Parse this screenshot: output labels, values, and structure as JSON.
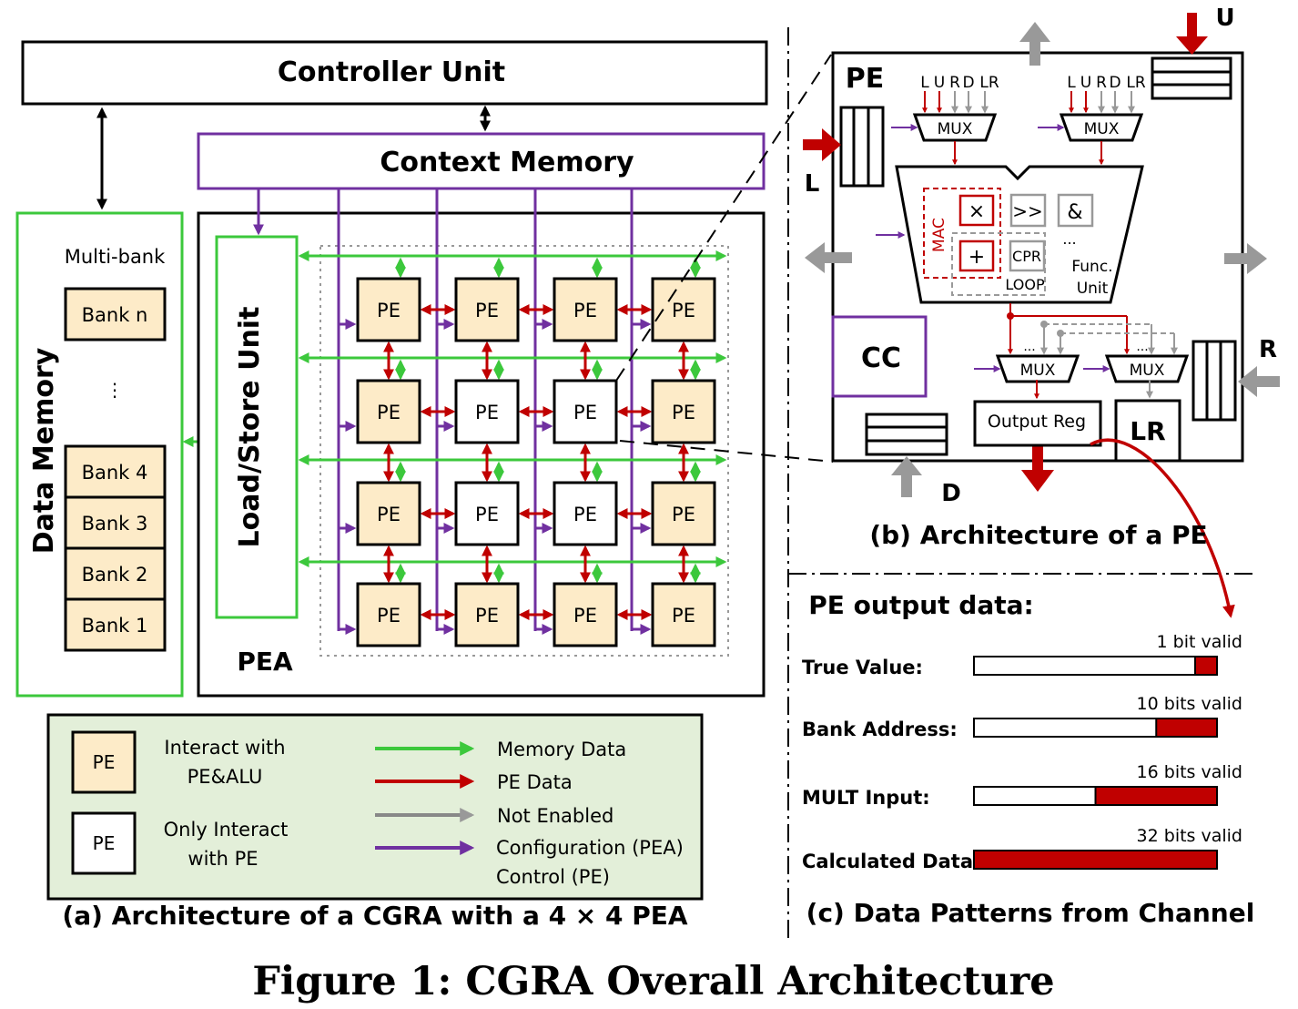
{
  "colors": {
    "memory_data": "#3cc83c",
    "pe_data": "#c00000",
    "not_enabled": "#999999",
    "configuration": "#7030a0",
    "pe_fill": "#fdebc8",
    "legend_bg": "#e3efd9"
  },
  "panel_a": {
    "controller_unit": "Controller Unit",
    "context_memory": "Context Memory",
    "data_memory": "Data Memory",
    "multi_bank": "Multi-bank",
    "banks": [
      "Bank n",
      "Bank 4",
      "Bank 3",
      "Bank 2",
      "Bank 1"
    ],
    "ellipsis": "⋮",
    "load_store_unit": "Load/Store Unit",
    "pea": "PEA",
    "pe_label": "PE",
    "pe_grid": [
      [
        "full",
        "full",
        "full",
        "full"
      ],
      [
        "full",
        "simple",
        "simple",
        "full"
      ],
      [
        "full",
        "simple",
        "simple",
        "full"
      ],
      [
        "full",
        "full",
        "full",
        "full"
      ]
    ],
    "caption": "(a)  Architecture of a CGRA with a 4 × 4 PEA"
  },
  "legend": {
    "pe_label": "PE",
    "pe_full_line1": "Interact with",
    "pe_full_line2": "PE&ALU",
    "pe_simple_line1": "Only Interact",
    "pe_simple_line2": "with PE",
    "memory_data": "Memory Data",
    "pe_data": "PE Data",
    "not_enabled": "Not Enabled",
    "config_line1": "Configuration (PEA)",
    "config_line2": "Control (PE)"
  },
  "panel_b": {
    "pe": "PE",
    "u": "U",
    "l": "L",
    "r": "R",
    "d": "D",
    "mux_inputs": [
      "L",
      "U",
      "R",
      "D",
      "LR"
    ],
    "mux": "MUX",
    "mac": "MAC",
    "mult": "×",
    "add": "+",
    "shift": ">>",
    "and": "&",
    "cpr": "CPR",
    "loop": "LOOP",
    "dots": "...",
    "func_line1": "Func.",
    "func_line2": "Unit",
    "cc": "CC",
    "output_reg": "Output Reg",
    "lr": "LR",
    "caption": "(b)  Architecture of a PE"
  },
  "panel_c": {
    "title": "PE output data:",
    "rows": [
      {
        "label": "True Value:",
        "valid": "1 bit valid",
        "valid_fraction": 0.09
      },
      {
        "label": "Bank Address:",
        "valid": "10 bits valid",
        "valid_fraction": 0.25
      },
      {
        "label": "MULT Input:",
        "valid": "16 bits valid",
        "valid_fraction": 0.5
      },
      {
        "label": "Calculated Data:",
        "valid": "32 bits valid",
        "valid_fraction": 1.0
      }
    ],
    "caption": "(c)  Data Patterns from Channel"
  },
  "figure_caption": "Figure 1: CGRA Overall Architecture"
}
